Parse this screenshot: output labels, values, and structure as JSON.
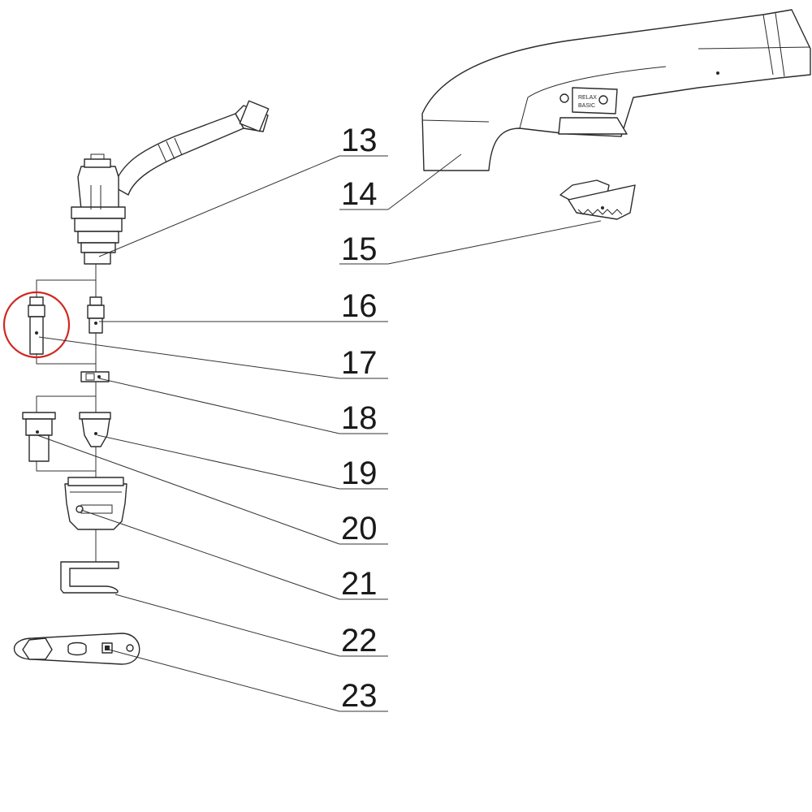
{
  "labels": [
    "13",
    "14",
    "15",
    "16",
    "17",
    "18",
    "19",
    "20",
    "21",
    "22",
    "23"
  ],
  "logo_text": [
    "RELAX",
    "BASIC"
  ],
  "highlight_color": "#d0281e",
  "line_color": "#2a2a2a"
}
